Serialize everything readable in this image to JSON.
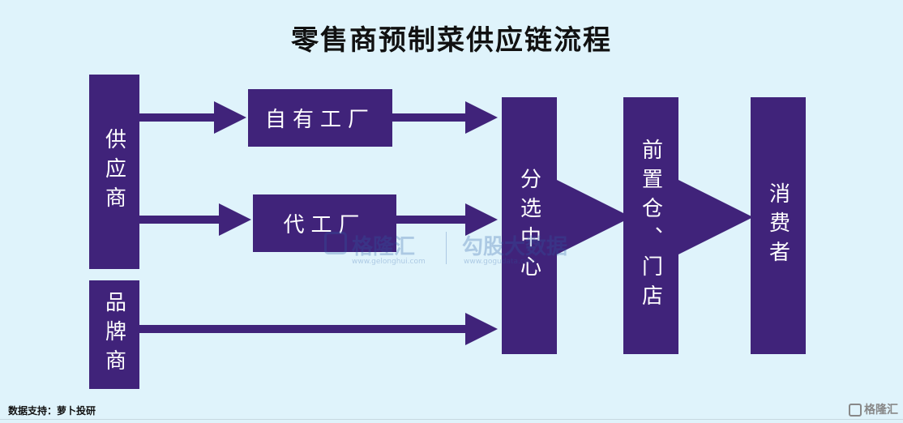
{
  "title": "零售商预制菜供应链流程",
  "nodes": {
    "supplier": "供应商",
    "brand": "品牌商",
    "own_factory": "自有工厂",
    "oem_factory": "代工厂",
    "sorting_center": "分选中心",
    "front_store": "前置仓、门店",
    "consumer": "消费者"
  },
  "colors": {
    "box": "#40237a",
    "background": "#dff3fb",
    "text": "#ffffff"
  },
  "watermark": {
    "brand1": "格隆汇",
    "url1": "www.gelonghui.com",
    "brand2": "勾股大数据",
    "url2": "www.gogudata.com"
  },
  "source": "数据支持：萝卜投研",
  "corner_logo": "格隆汇"
}
